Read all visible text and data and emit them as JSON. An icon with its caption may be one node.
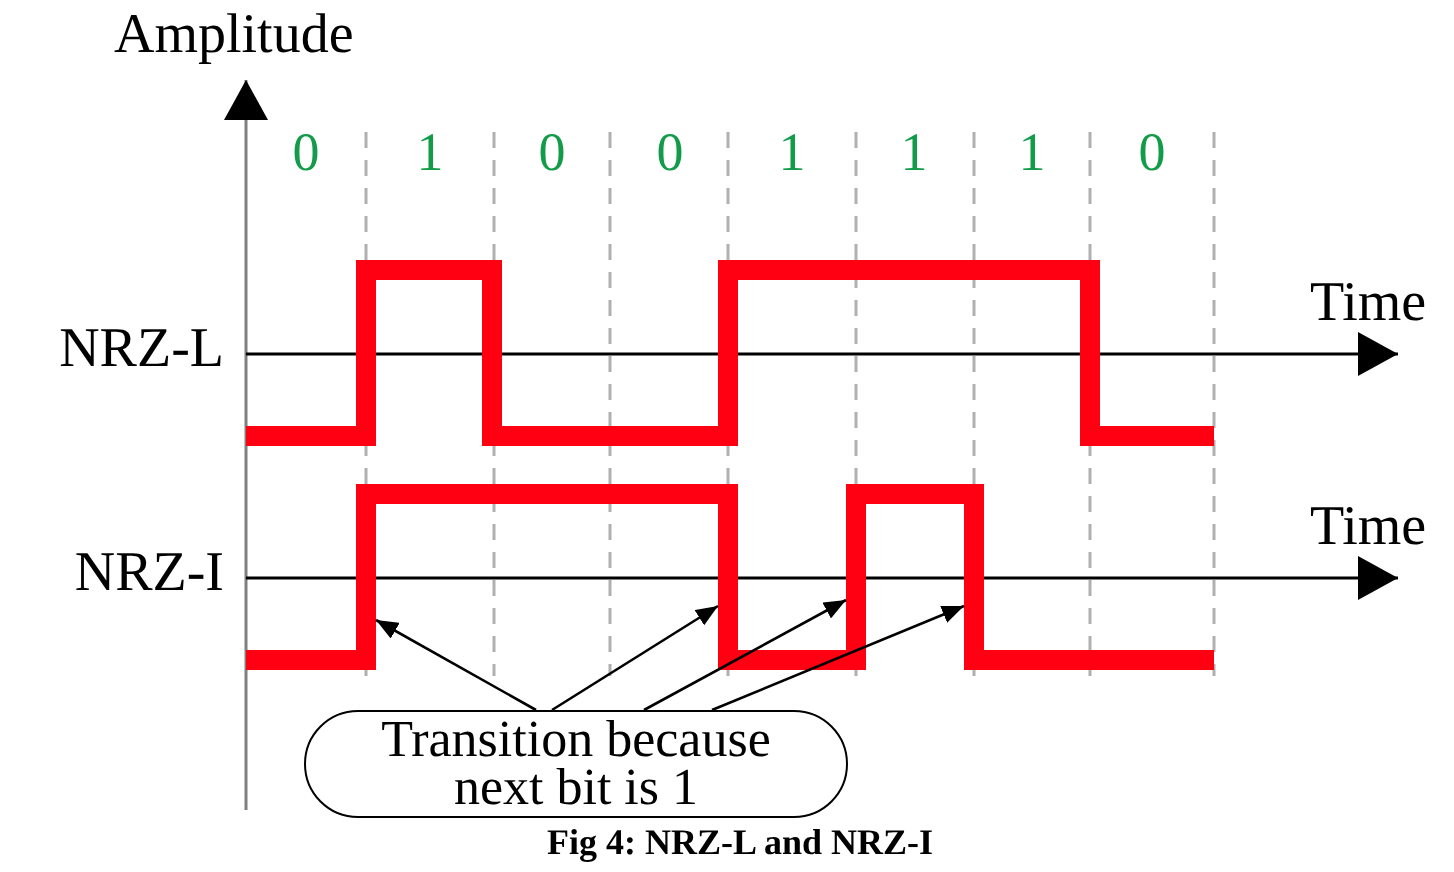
{
  "diagram": {
    "caption": "Fig 4: NRZ-L and NRZ-I",
    "nodes": [
      {
        "text": [],
        "shape": "bar"
      },
      {
        "text": [],
        "shape": "bar"
      },
      {
        "text": [],
        "shape": "bar"
      },
      {
        "text": [],
        "shape": "bar"
      },
      {
        "text": [
          "Transition because next bit is 1"
        ]
      }
    ],
    "edges": [
      {
        "from": 4,
        "to": 0,
        "arrow": "to"
      },
      {
        "from": 4,
        "to": 1,
        "arrow": "to"
      },
      {
        "from": 4,
        "to": 2,
        "arrow": "to"
      },
      {
        "from": 4,
        "to": 3,
        "arrow": "to"
      }
    ],
    "labels": [
      "Amplitude",
      "0",
      "1",
      "0",
      "0",
      "1",
      "1",
      "1",
      "0",
      "NRZ-L",
      "Time",
      "NRZ-I",
      "Time"
    ]
  }
}
